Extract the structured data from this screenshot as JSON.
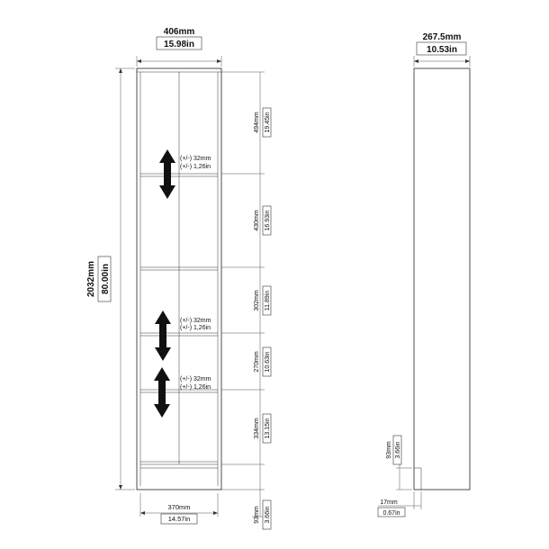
{
  "front": {
    "width_mm": "406mm",
    "width_in": "15.98in",
    "height_mm": "2032mm",
    "height_in": "80.00in",
    "inner_width_mm": "370mm",
    "inner_width_in": "14.57in",
    "compartments": [
      {
        "mm": "494mm",
        "in": "19.45in"
      },
      {
        "mm": "430mm",
        "in": "16.93in"
      },
      {
        "mm": "302mm",
        "in": "11.89in"
      },
      {
        "mm": "270mm",
        "in": "10.63in"
      },
      {
        "mm": "334mm",
        "in": "13.15in"
      }
    ],
    "plinth": {
      "mm": "93mm",
      "in": "3.66in"
    },
    "adjust_notes": [
      {
        "line1": "(+/-) 32mm",
        "line2": "(+/-) 1,26in"
      },
      {
        "line1": "(+/-) 32mm",
        "line2": "(+/-) 1,26in"
      },
      {
        "line1": "(+/-) 32mm",
        "line2": "(+/-) 1,26in"
      }
    ]
  },
  "side": {
    "depth_mm": "267.5mm",
    "depth_in": "10.53in",
    "plinth": {
      "mm": "93mm",
      "in": "3.66in"
    },
    "recess": {
      "mm": "17mm",
      "in": "0.67in"
    }
  }
}
